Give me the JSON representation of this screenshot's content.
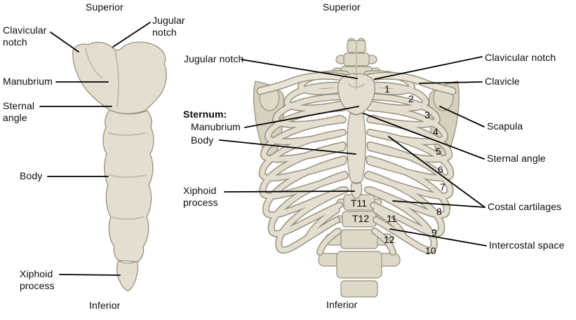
{
  "colors": {
    "background": "#ffffff",
    "bone_fill": "#e3decf",
    "bone_shade": "#c2bca8",
    "bone_outline": "#97917f",
    "leader_line": "#000000",
    "label_text": "#0c0c0c"
  },
  "left_panel": {
    "superior": "Superior",
    "inferior": "Inferior",
    "labels": {
      "clavicular_notch": "Clavicular notch",
      "jugular_notch": "Jugular notch",
      "manubrium": "Manubrium",
      "sternal_angle": "Sternal angle",
      "body": "Body",
      "xiphoid_process": "Xiphoid process"
    }
  },
  "right_panel": {
    "superior": "Superior",
    "inferior": "Inferior",
    "labels": {
      "jugular_notch": "Jugular notch",
      "sternum_heading": "Sternum:",
      "sternum_manubrium": "Manubrium",
      "sternum_body": "Body",
      "xiphoid_process": "Xiphoid process",
      "clavicular_notch": "Clavicular notch",
      "clavicle": "Clavicle",
      "scapula": "Scapula",
      "sternal_angle": "Sternal angle",
      "costal_cartilages": "Costal cartilages",
      "intercostal_space": "Intercostal space"
    },
    "rib_numbers": [
      "1",
      "2",
      "3",
      "4",
      "5",
      "6",
      "7",
      "8",
      "9",
      "10",
      "11",
      "12"
    ],
    "vertebra_labels": [
      "T11",
      "T12"
    ]
  }
}
